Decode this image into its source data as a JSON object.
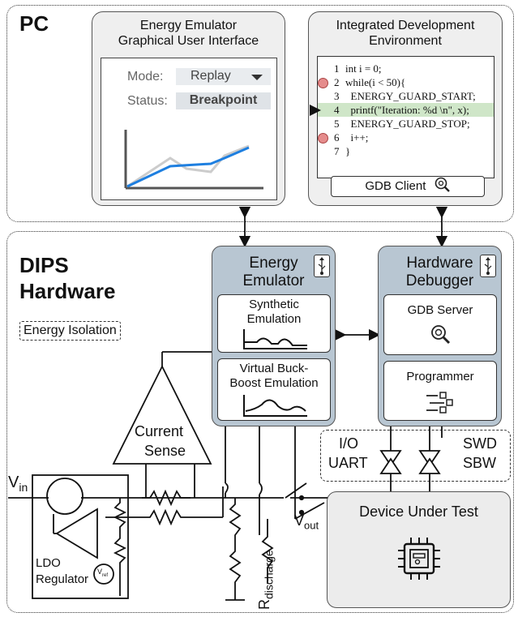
{
  "regions": {
    "pc_label": "PC",
    "dips_label_line1": "DIPS",
    "dips_label_line2": "Hardware",
    "energy_isolation": "Energy Isolation"
  },
  "gui": {
    "title_line1": "Energy Emulator",
    "title_line2": "Graphical User Interface",
    "mode_label": "Mode:",
    "mode_value": "Replay",
    "status_label": "Status:",
    "status_value": "Breakpoint"
  },
  "ide": {
    "title_line1": "Integrated Development",
    "title_line2": "Environment",
    "code_lines": [
      {
        "num": "1",
        "text": "int i = 0;"
      },
      {
        "num": "2",
        "text": "while(i < 50){"
      },
      {
        "num": "3",
        "text": "  ENERGY_GUARD_START;"
      },
      {
        "num": "4",
        "text": "  printf(\"Iteration: %d \\n\", x);"
      },
      {
        "num": "5",
        "text": "  ENERGY_GUARD_STOP;"
      },
      {
        "num": "6",
        "text": "  i++;"
      },
      {
        "num": "7",
        "text": "}"
      }
    ],
    "gdb_client": "GDB Client"
  },
  "energy_emulator": {
    "title_line1": "Energy",
    "title_line2": "Emulator",
    "synthetic_line1": "Synthetic",
    "synthetic_line2": "Emulation",
    "vbb_line1": "Virtual Buck-",
    "vbb_line2": "Boost Emulation"
  },
  "hardware_debugger": {
    "title_line1": "Hardware",
    "title_line2": "Debugger",
    "gdb_server": "GDB Server",
    "programmer": "Programmer"
  },
  "circuit": {
    "current_sense_line1": "Current",
    "current_sense_line2": "Sense",
    "vin": "V",
    "vin_sub": "in",
    "vout": "V",
    "vout_sub": "out",
    "ldo_line1": "LDO",
    "ldo_line2": "Regulator",
    "vref": "V",
    "vref_sub": "ref",
    "rdischarge": "R",
    "rdischarge_sub": "discharge",
    "io_line1": "I/O",
    "io_line2": "UART",
    "swd_line1": "SWD",
    "swd_line2": "SBW"
  },
  "dut": {
    "title": "Device Under Test"
  },
  "colors": {
    "hw_fill": "#b8c6d2",
    "highlight_line": "#cfe6c8",
    "breakpoint": "#e58c8c",
    "chart_blue": "#1e7fe0",
    "chart_grey": "#cccccc"
  }
}
